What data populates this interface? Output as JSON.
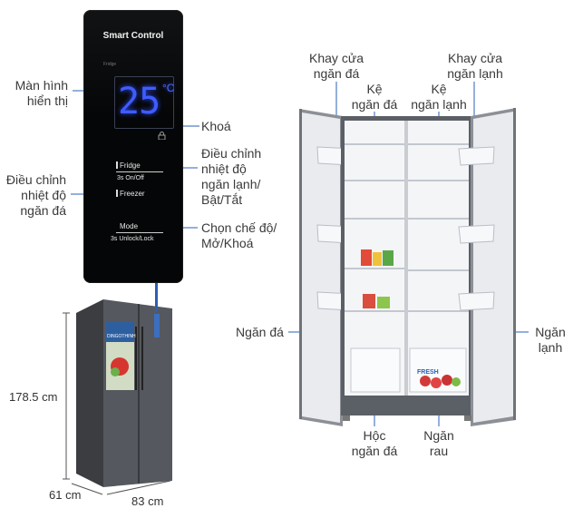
{
  "panel": {
    "title": "Smart Control",
    "display_caption": "Fridge",
    "temperature": "25",
    "unit": "°C",
    "fridge_button": "Fridge",
    "fridge_hint": "3s On/Off",
    "freezer_button": "Freezer",
    "mode_button": "Mode",
    "mode_hint": "3s Unlock/Lock"
  },
  "labels": {
    "display": "Màn hình\nhiển thị",
    "lock": "Khoá",
    "fridge_adjust": "Điều chỉnh\nnhiệt độ\nngăn lạnh/\nBật/Tắt",
    "freezer_adjust": "Điều chỉnh\nnhiệt độ\nngăn đá",
    "mode": "Chọn chế độ/\nMở/Khoá",
    "freezer_door_tray": "Khay cửa\nngăn đá",
    "fridge_door_tray": "Khay cửa\nngăn lạnh",
    "freezer_shelf": "Kệ\nngăn đá",
    "fridge_shelf": "Kệ\nngăn lạnh",
    "freezer_compartment": "Ngăn đá",
    "fridge_compartment": "Ngăn\nlạnh",
    "freezer_drawer": "Hộc\nngăn đá",
    "vegetable_drawer": "Ngăn\nrau"
  },
  "dimensions": {
    "height": "178.5 cm",
    "depth": "61 cm",
    "width": "83 cm"
  },
  "fridge_product": {
    "door_screen_text": "DINGOTHINH",
    "drawer_text": "FRESH"
  },
  "colors": {
    "leader_line": "#2a62b8",
    "display_digits": "#3f5cff",
    "panel_bg": "#050607",
    "fridge_body": "#4a4d52"
  }
}
